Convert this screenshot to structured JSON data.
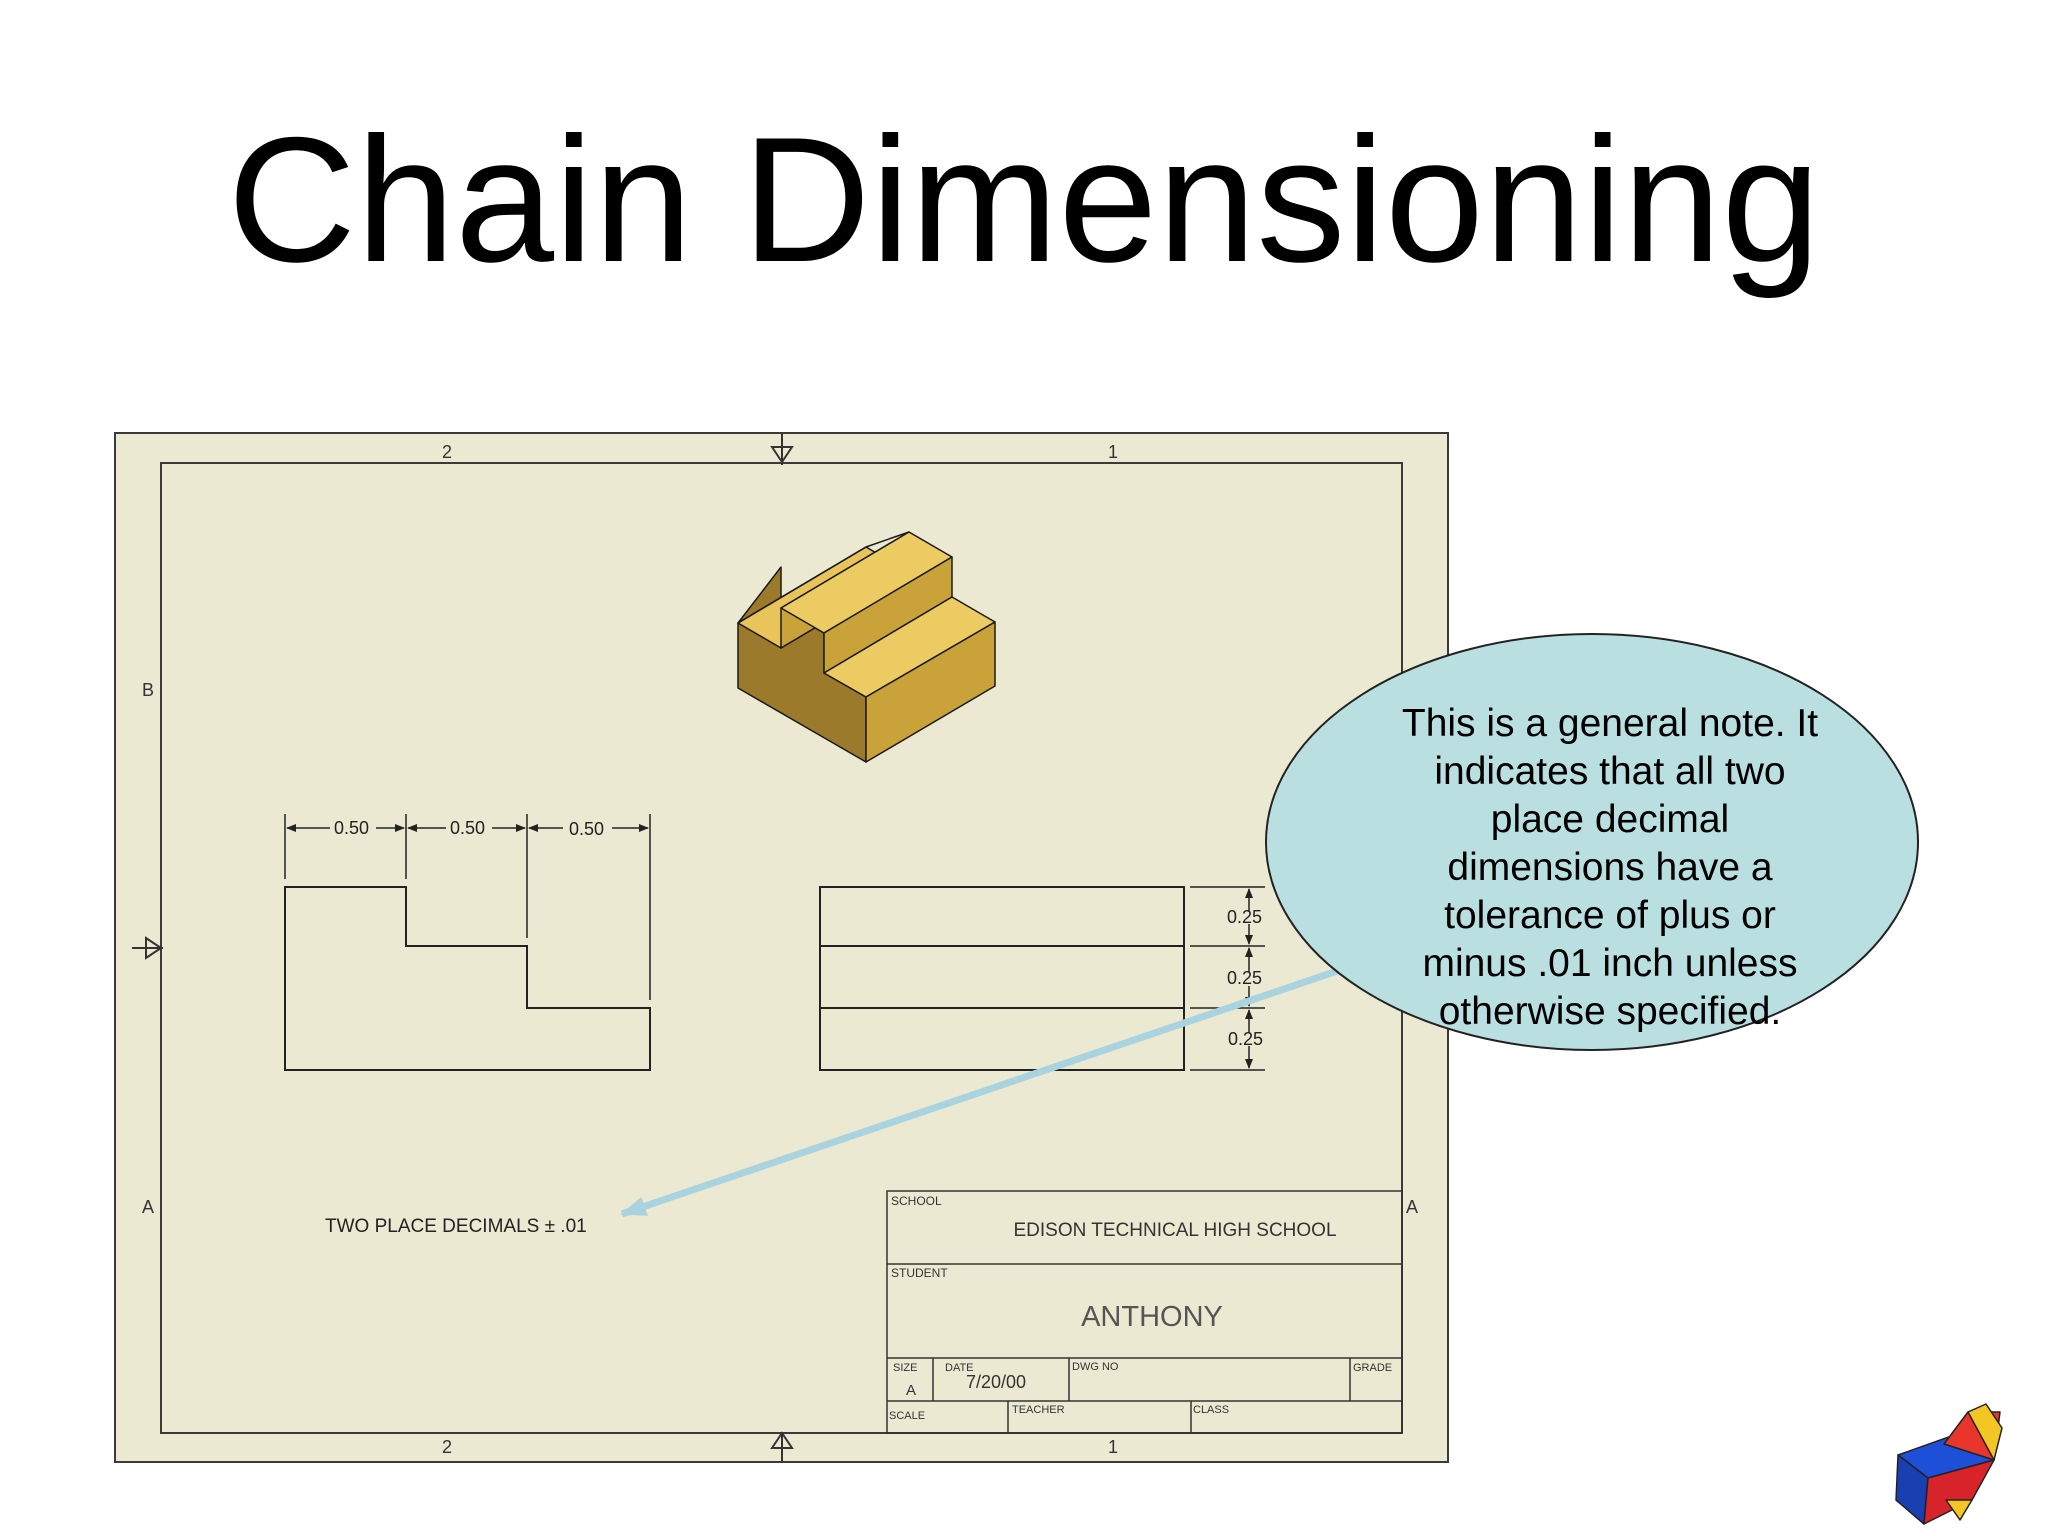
{
  "slide": {
    "title": "Chain Dimensioning"
  },
  "sheet": {
    "zone_top_left": "2",
    "zone_top_right": "1",
    "zone_bottom_left": "2",
    "zone_bottom_right": "1",
    "zone_side_b": "B",
    "zone_side_a_left": "A",
    "zone_side_a_right": "A",
    "border_color": "#3a3a3a",
    "paper_color": "#ece9d2"
  },
  "front_view": {
    "dimensions": [
      "0.50",
      "0.50",
      "0.50"
    ]
  },
  "side_view": {
    "dimensions": [
      "0.25",
      "0.25",
      "0.25"
    ]
  },
  "general_note": {
    "text": "TWO PLACE DECIMALS ± .01"
  },
  "title_block": {
    "school_label": "SCHOOL",
    "school_value": "EDISON TECHNICAL HIGH SCHOOL",
    "student_label": "STUDENT",
    "student_value": "ANTHONY",
    "size_label": "SIZE",
    "size_value": "A",
    "date_label": "DATE",
    "date_value": "7/20/00",
    "dwg_no_label": "DWG NO",
    "grade_label": "GRADE",
    "scale_label": "SCALE",
    "teacher_label": "TEACHER",
    "class_label": "CLASS"
  },
  "callout": {
    "lines": [
      "This is a general note. It",
      "indicates that all two",
      "place decimal",
      "dimensions have a",
      "tolerance of plus or",
      "minus .01 inch unless",
      "otherwise specified."
    ],
    "fill_color": "#b9dfe0",
    "arrow_color": "#a9d3df"
  },
  "logo": {
    "icon": "publisher-logo-icon"
  }
}
